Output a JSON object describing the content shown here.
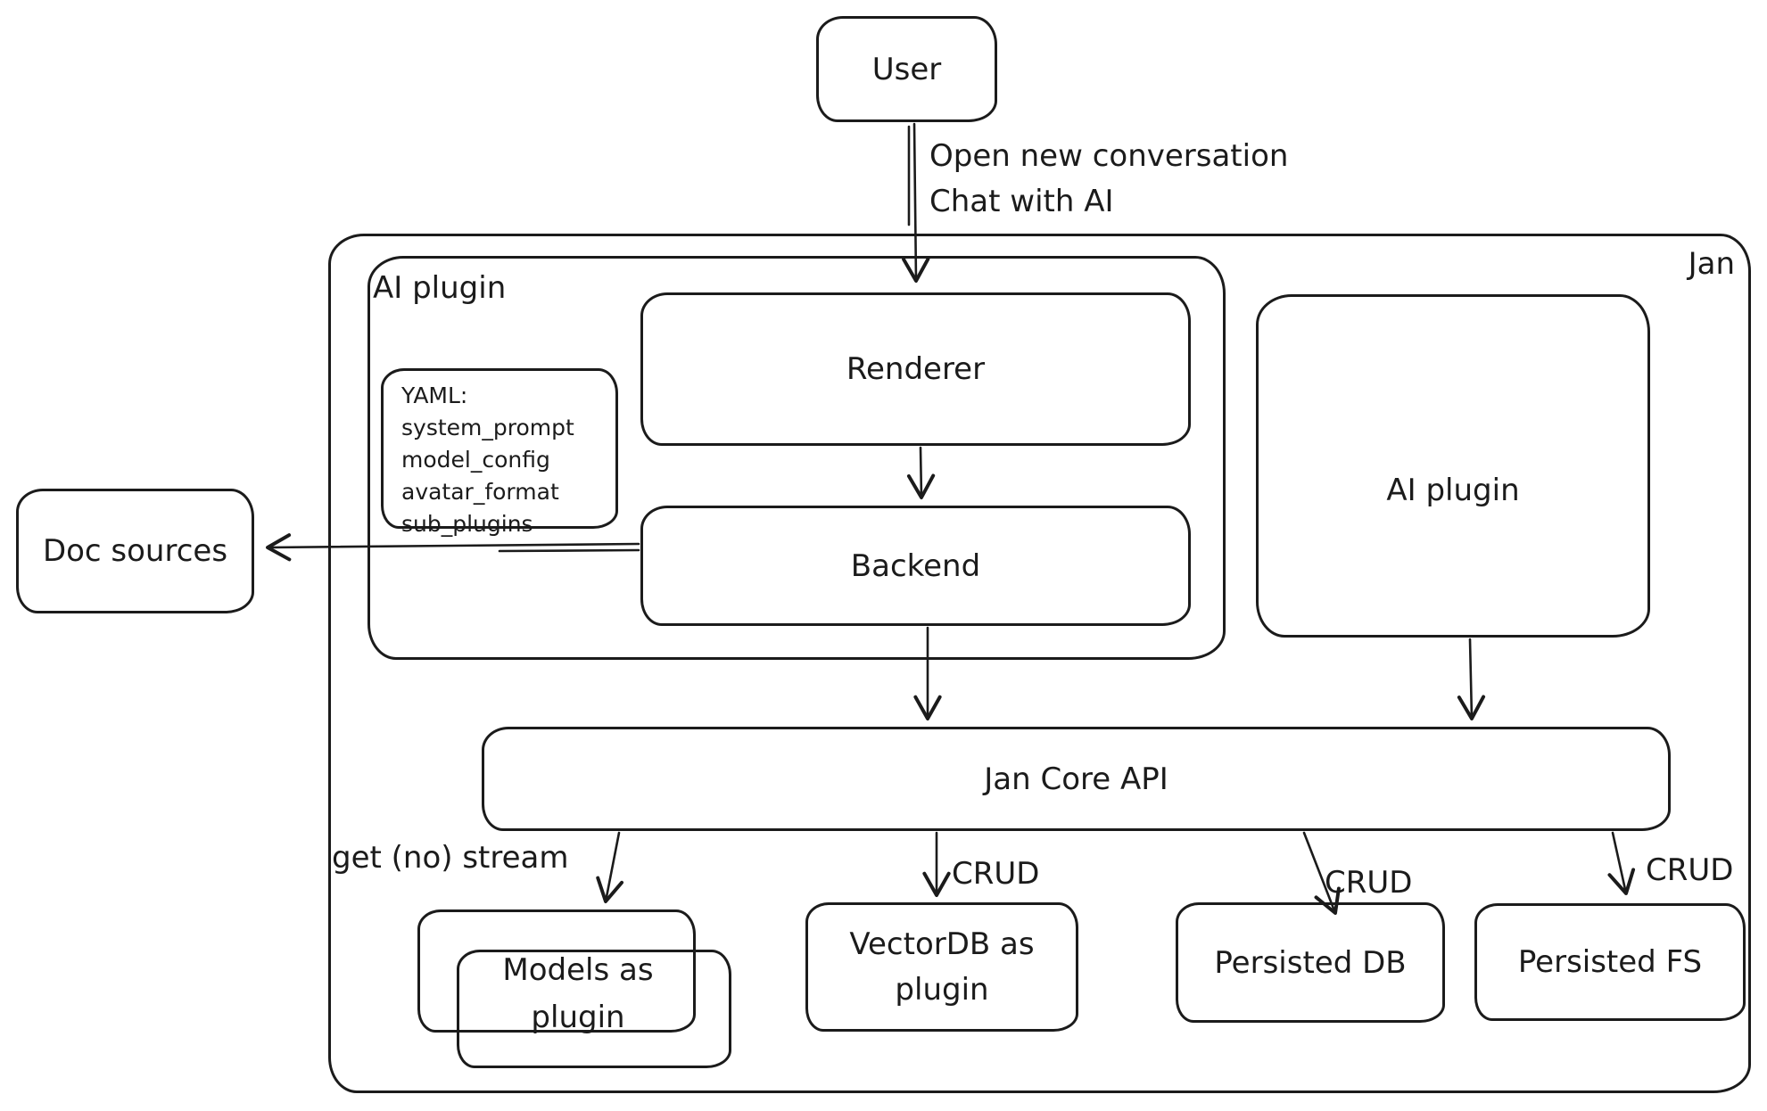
{
  "diagram": {
    "colors": {
      "stroke": "#1b1b1b",
      "background": "#ffffff"
    },
    "nodes": {
      "user": "User",
      "jan_container": "Jan",
      "ai_plugin_container": "AI plugin",
      "renderer": "Renderer",
      "backend": "Backend",
      "doc_sources": "Doc sources",
      "ai_plugin_right": "AI plugin",
      "jan_core_api": "Jan Core API",
      "models_as_plugin": "Models as plugin",
      "vectordb_as_plugin": "VectorDB as plugin",
      "persisted_db": "Persisted DB",
      "persisted_fs": "Persisted FS"
    },
    "yaml_note": {
      "lines": [
        "YAML:",
        "system_prompt",
        "model_config",
        "avatar_format",
        "sub_plugins"
      ]
    },
    "edge_labels": {
      "user_to_jan_line1": "Open new conversation",
      "user_to_jan_line2": "Chat with AI",
      "get_no_stream": "get (no) stream",
      "crud_vectordb": "CRUD",
      "crud_persisted_db": "CRUD",
      "crud_persisted_fs": "CRUD"
    }
  }
}
